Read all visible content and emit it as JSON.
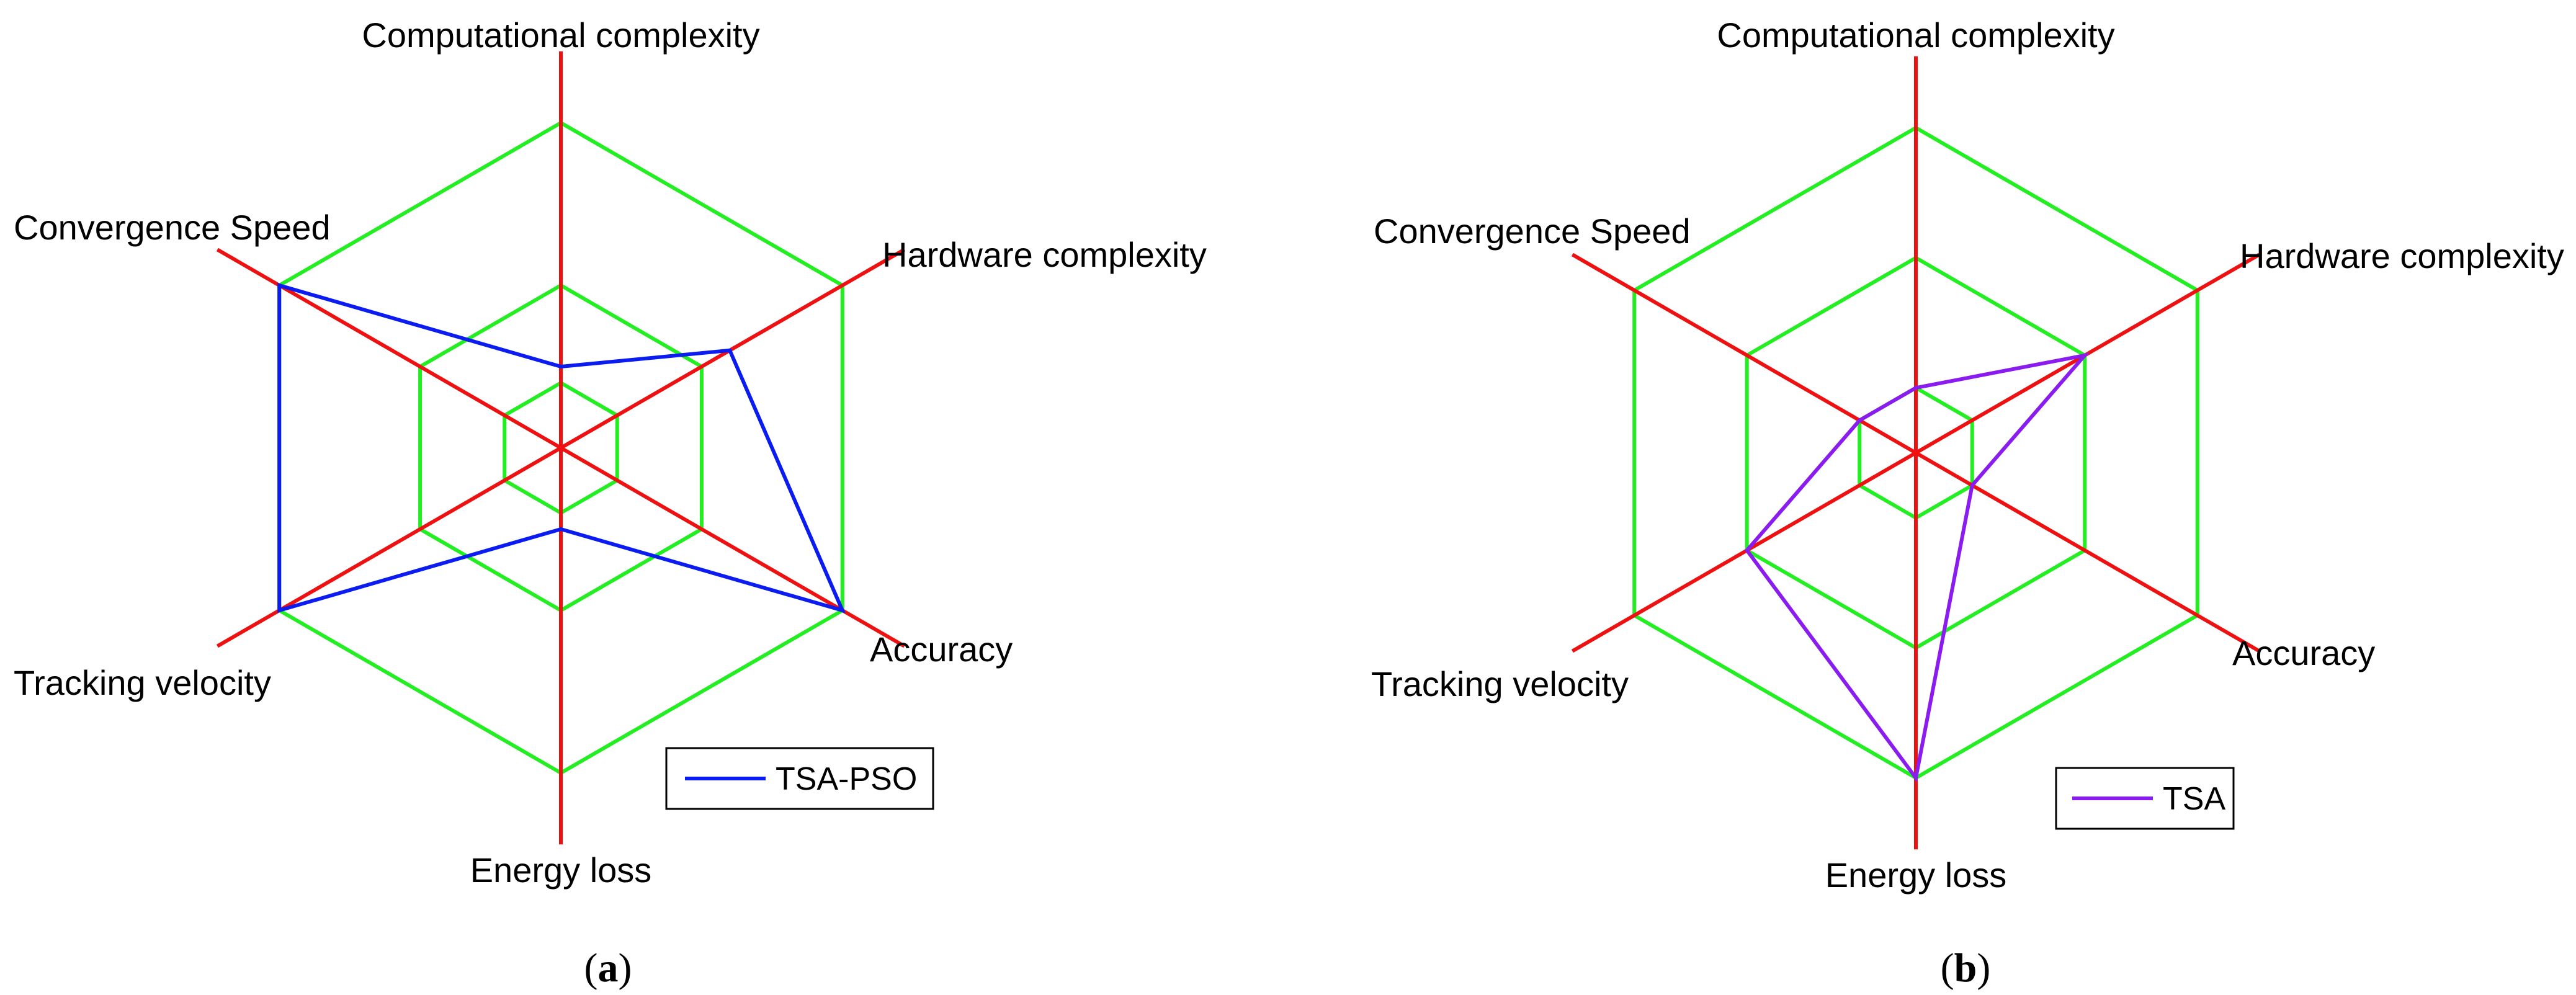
{
  "chart_data": [
    {
      "type": "radar",
      "caption_letter": "a",
      "axes": [
        "Computational complexity",
        "Hardware complexity",
        "Accuracy",
        "Energy loss",
        "Tracking velocity",
        "Convergence Speed"
      ],
      "rings": [
        0.2,
        0.5,
        1.0
      ],
      "range": [
        0,
        1
      ],
      "series": [
        {
          "name": "TSA-PSO",
          "values": [
            0.25,
            0.6,
            1.0,
            0.25,
            1.0,
            1.0
          ]
        }
      ],
      "legend_position": "bottom-right",
      "colors": {
        "axis": "#ee1111",
        "grid": "#22ee22",
        "series": [
          "#0a1cf0"
        ]
      }
    },
    {
      "type": "radar",
      "caption_letter": "b",
      "axes": [
        "Computational complexity",
        "Hardware complexity",
        "Accuracy",
        "Energy loss",
        "Tracking velocity",
        "Convergence Speed"
      ],
      "rings": [
        0.2,
        0.6,
        1.0
      ],
      "range": [
        0,
        1
      ],
      "series": [
        {
          "name": "TSA",
          "values": [
            0.2,
            0.6,
            0.2,
            1.0,
            0.6,
            0.2
          ]
        }
      ],
      "legend_position": "bottom-right",
      "colors": {
        "axis": "#ee1111",
        "grid": "#22ee22",
        "series": [
          "#8a1cf0"
        ]
      }
    }
  ]
}
